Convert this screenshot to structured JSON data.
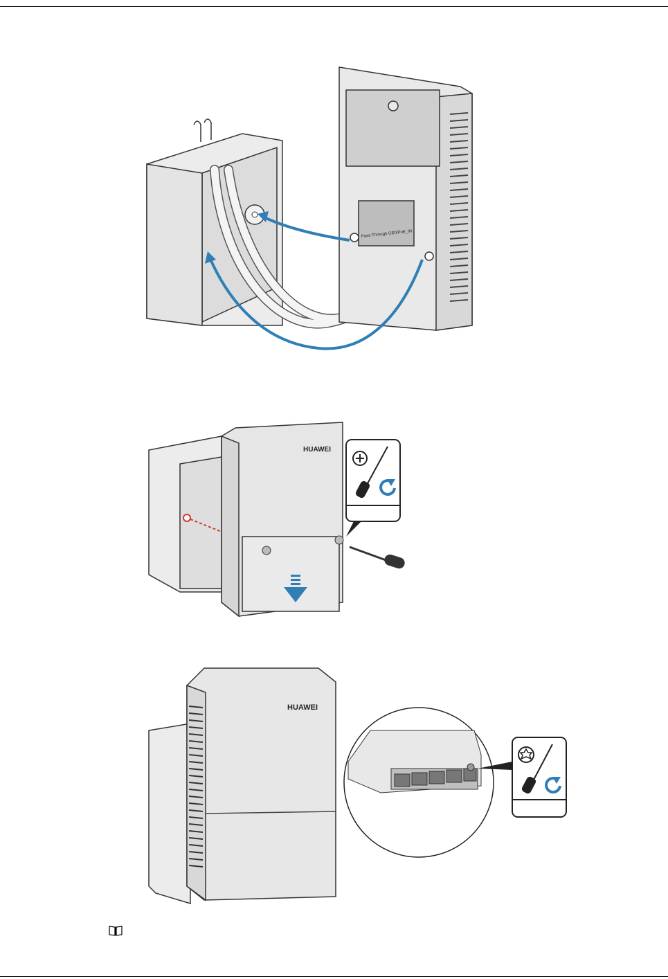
{
  "page": {
    "figures": [
      {
        "device_label": "",
        "port_label": "Pass-Through  GE0/PoE_IN"
      },
      {
        "device_label": "HUAWEI"
      },
      {
        "device_label": "HUAWEI"
      }
    ],
    "icons": [
      "phillips-screwdriver-icon",
      "torx-screwdriver-icon",
      "note-book-icon",
      "clockwise-rotate-icon"
    ],
    "colors": {
      "arrow_blue": "#2f7eb6",
      "device_gray": "#e6e6e6",
      "guide_red": "#d9352e"
    }
  }
}
